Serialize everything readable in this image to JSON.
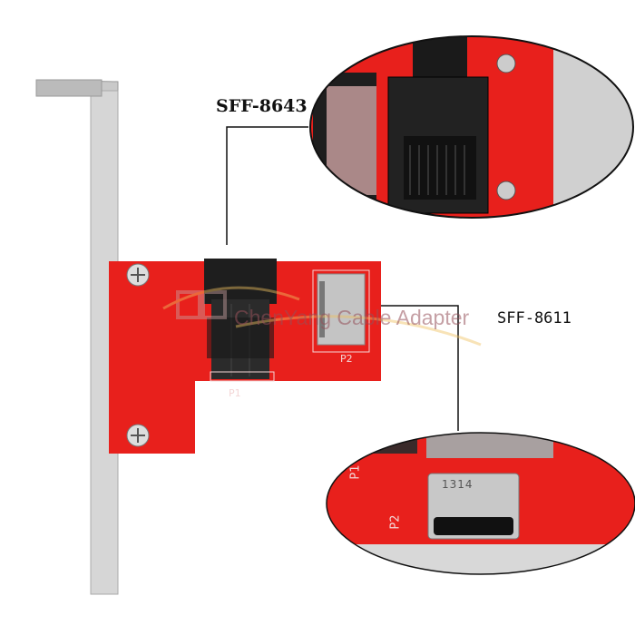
{
  "callouts": {
    "top_label": "SFF-8643",
    "right_label": "SFF-8611"
  },
  "watermark": "ChenYang Cable Adapter",
  "silkscreen": {
    "p1": "P1",
    "p2": "P2",
    "connector_code": "1314"
  },
  "colors": {
    "pcb": "#e8201c",
    "bracket": "#c9c9c9",
    "connector": "#1e1e1e",
    "port": "#bdbdbd"
  }
}
